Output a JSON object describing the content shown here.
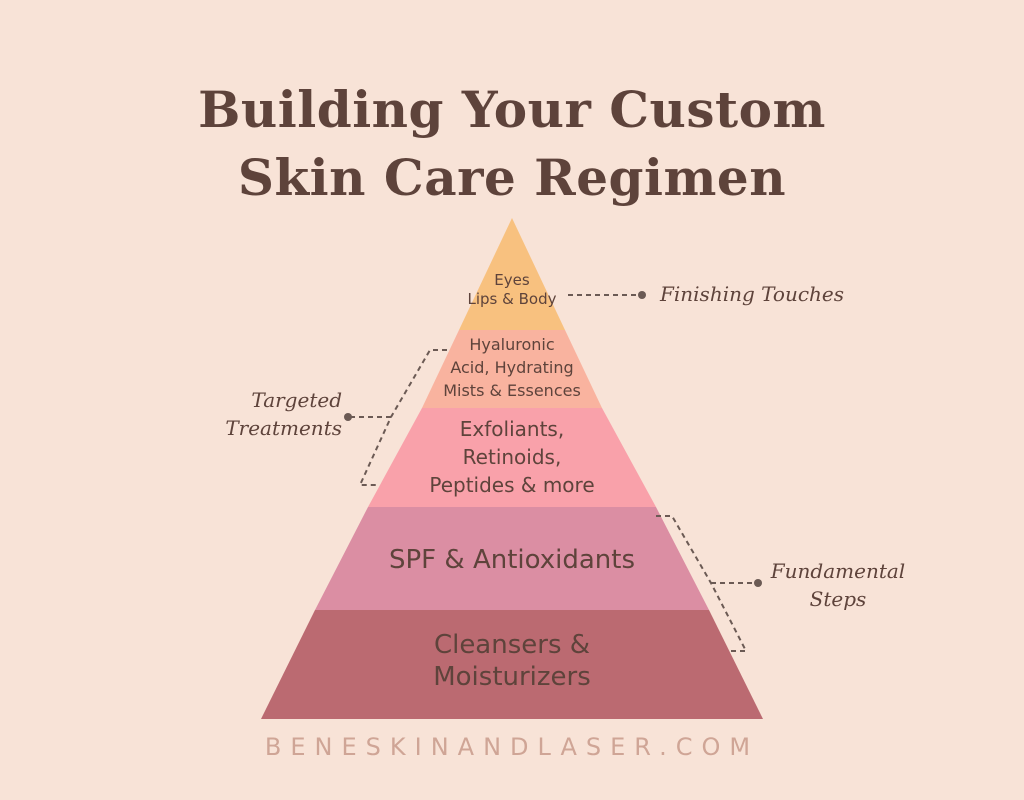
{
  "title": {
    "line1": "Building Your Custom",
    "line2": "Skin Care Regimen"
  },
  "colors": {
    "background": "#f8e3d7",
    "text": "#5e433b",
    "tier_eyes": "#f8c17f",
    "tier_hyaluronic": "#f9b39f",
    "tier_exfoliants": "#f9a1aa",
    "tier_spf": "#db8ea3",
    "tier_cleansers": "#bb6a71",
    "footer": "#cfa596"
  },
  "pyramid": {
    "tiers": [
      {
        "lines": [
          "Eyes",
          "Lips & Body"
        ]
      },
      {
        "lines": [
          "Hyaluronic",
          "Acid, Hydrating",
          "Mists & Essences"
        ]
      },
      {
        "lines": [
          "Exfoliants,",
          "Retinoids,",
          "Peptides & more"
        ]
      },
      {
        "lines": [
          "SPF & Antioxidants"
        ]
      },
      {
        "lines": [
          "Cleansers &",
          "Moisturizers"
        ]
      }
    ]
  },
  "annotations": {
    "finishing": {
      "text": "Finishing Touches"
    },
    "targeted": {
      "lines": [
        "Targeted",
        "Treatments"
      ]
    },
    "fundamental": {
      "lines": [
        "Fundamental",
        "Steps"
      ]
    }
  },
  "footer": {
    "text": "BENESKINANDLASER.COM"
  }
}
